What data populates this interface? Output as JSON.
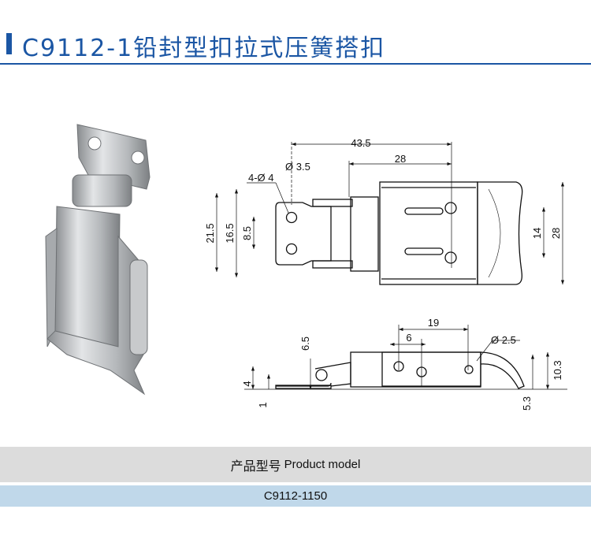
{
  "header": {
    "title": "C9112-1铅封型扣拉式压簧搭扣"
  },
  "top_view_dims": {
    "overall_length": "43.5",
    "body_length": "28",
    "pin_dia": "Ø 3.5",
    "holes": "4-Ø 4",
    "height_outer": "21.5",
    "height_inner": "16.5",
    "hole_pitch": "8.5",
    "slot_pitch": "14",
    "body_height": "28"
  },
  "side_view_dims": {
    "hole_span": "19",
    "hole_offset": "6",
    "small_hole": "Ø 2.5",
    "pin_height": "6.5",
    "plate_height": "4",
    "plate_thickness": "1",
    "overall_height": "10.3",
    "hook_drop": "5.3"
  },
  "table": {
    "header_cn": "产品型号",
    "header_en": "Product model",
    "model": "C9112-1150"
  },
  "colors": {
    "accent": "#1b56a4",
    "header_row": "#dcdcdc",
    "value_row": "#c0d8ea"
  }
}
